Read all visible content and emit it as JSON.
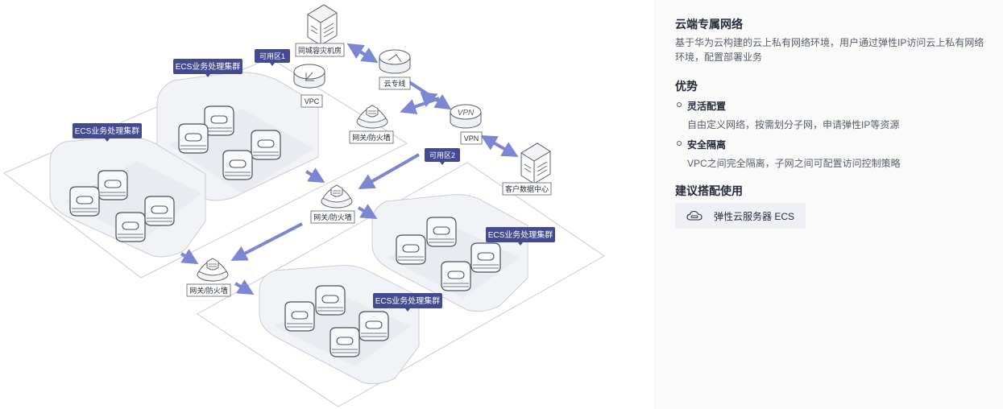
{
  "diagram": {
    "labels": {
      "zone1": "可用区1",
      "zone2": "可用区2",
      "ecs_cluster": "ECS业务处理集群",
      "gateway": "网关/防火墙",
      "vpc": "VPC",
      "dr_room": "同城容灾机房",
      "cloud_line": "云专线",
      "vpn": "VPN",
      "customer_dc": "客户数据中心"
    },
    "colors": {
      "tag": "#434a8f",
      "arrow": "#7b86d5",
      "plane_line": "#c8ccd8",
      "cluster_fill": "#eceef4",
      "server_fill": "#f7f8fa"
    }
  },
  "panel": {
    "title": "云端专属网络",
    "description": "基于华为云构建的云上私有网络环境，用户通过弹性IP访问云上私有网络环境，配置部署业务",
    "advantages_title": "优势",
    "advantages": [
      {
        "title": "灵活配置",
        "desc": "自由定义网络，按需划分子网，申请弹性IP等资源"
      },
      {
        "title": "安全隔离",
        "desc": "VPC之间完全隔离，子网之间可配置访问控制策略"
      }
    ],
    "recommend_title": "建议搭配使用",
    "product": {
      "name": "弹性云服务器 ECS",
      "icon": "cloud-server-icon"
    }
  }
}
